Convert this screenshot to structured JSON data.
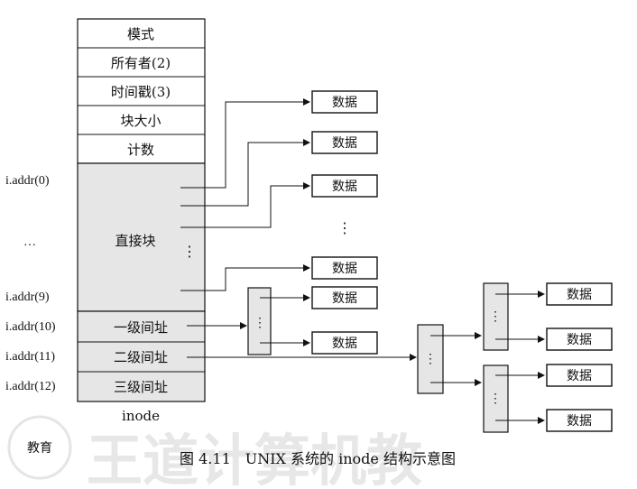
{
  "inode": {
    "fields": [
      "模式",
      "所有者(2)",
      "时间戳(3)",
      "块大小",
      "计数"
    ],
    "direct_label": "直接块",
    "indirect": [
      "一级间址",
      "二级间址",
      "三级间址"
    ],
    "caption_label": "inode",
    "vdots": "⋮"
  },
  "addr_labels": [
    "i.addr(0)",
    "…",
    "i.addr(9)",
    "i.addr(10)",
    "i.addr(11)",
    "i.addr(12)"
  ],
  "data_label": "数据",
  "figure_caption": "图 4.11　UNIX 系统的 inode 结构示意图",
  "watermark": {
    "text": "王道计算机教",
    "seal_text": "教育"
  },
  "colors": {
    "line": "#111111",
    "shaded": "#e6e6e6",
    "white": "#ffffff",
    "watermark": "#e7e7e7"
  }
}
